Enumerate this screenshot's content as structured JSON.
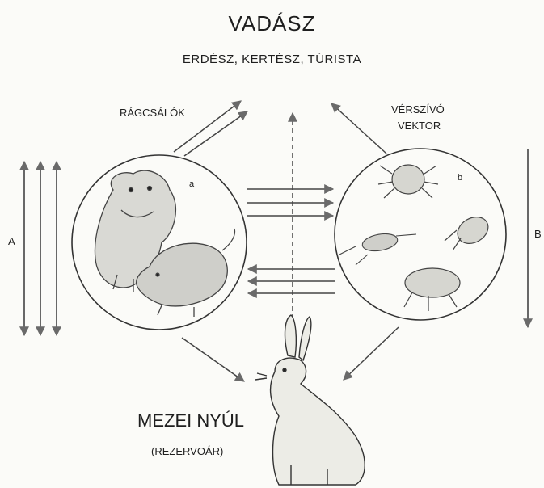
{
  "title": "VADÁSZ",
  "subtitle": "ERDÉSZ, KERTÉSZ, TÚRISTA",
  "left_group_label": "RÁGCSÁLÓK",
  "right_group_label_line1": "VÉRSZÍVÓ",
  "right_group_label_line2": "VEKTOR",
  "left_axis_label": "A",
  "right_axis_label": "B",
  "circle_a_label": "a",
  "circle_b_label": "b",
  "reservoir_label": "MEZEI NYÚL",
  "reservoir_sublabel": "(REZERVOÁR)",
  "colors": {
    "ink": "#333333",
    "arrowhead": "#6a6a6a",
    "background": "#fbfbf8"
  }
}
